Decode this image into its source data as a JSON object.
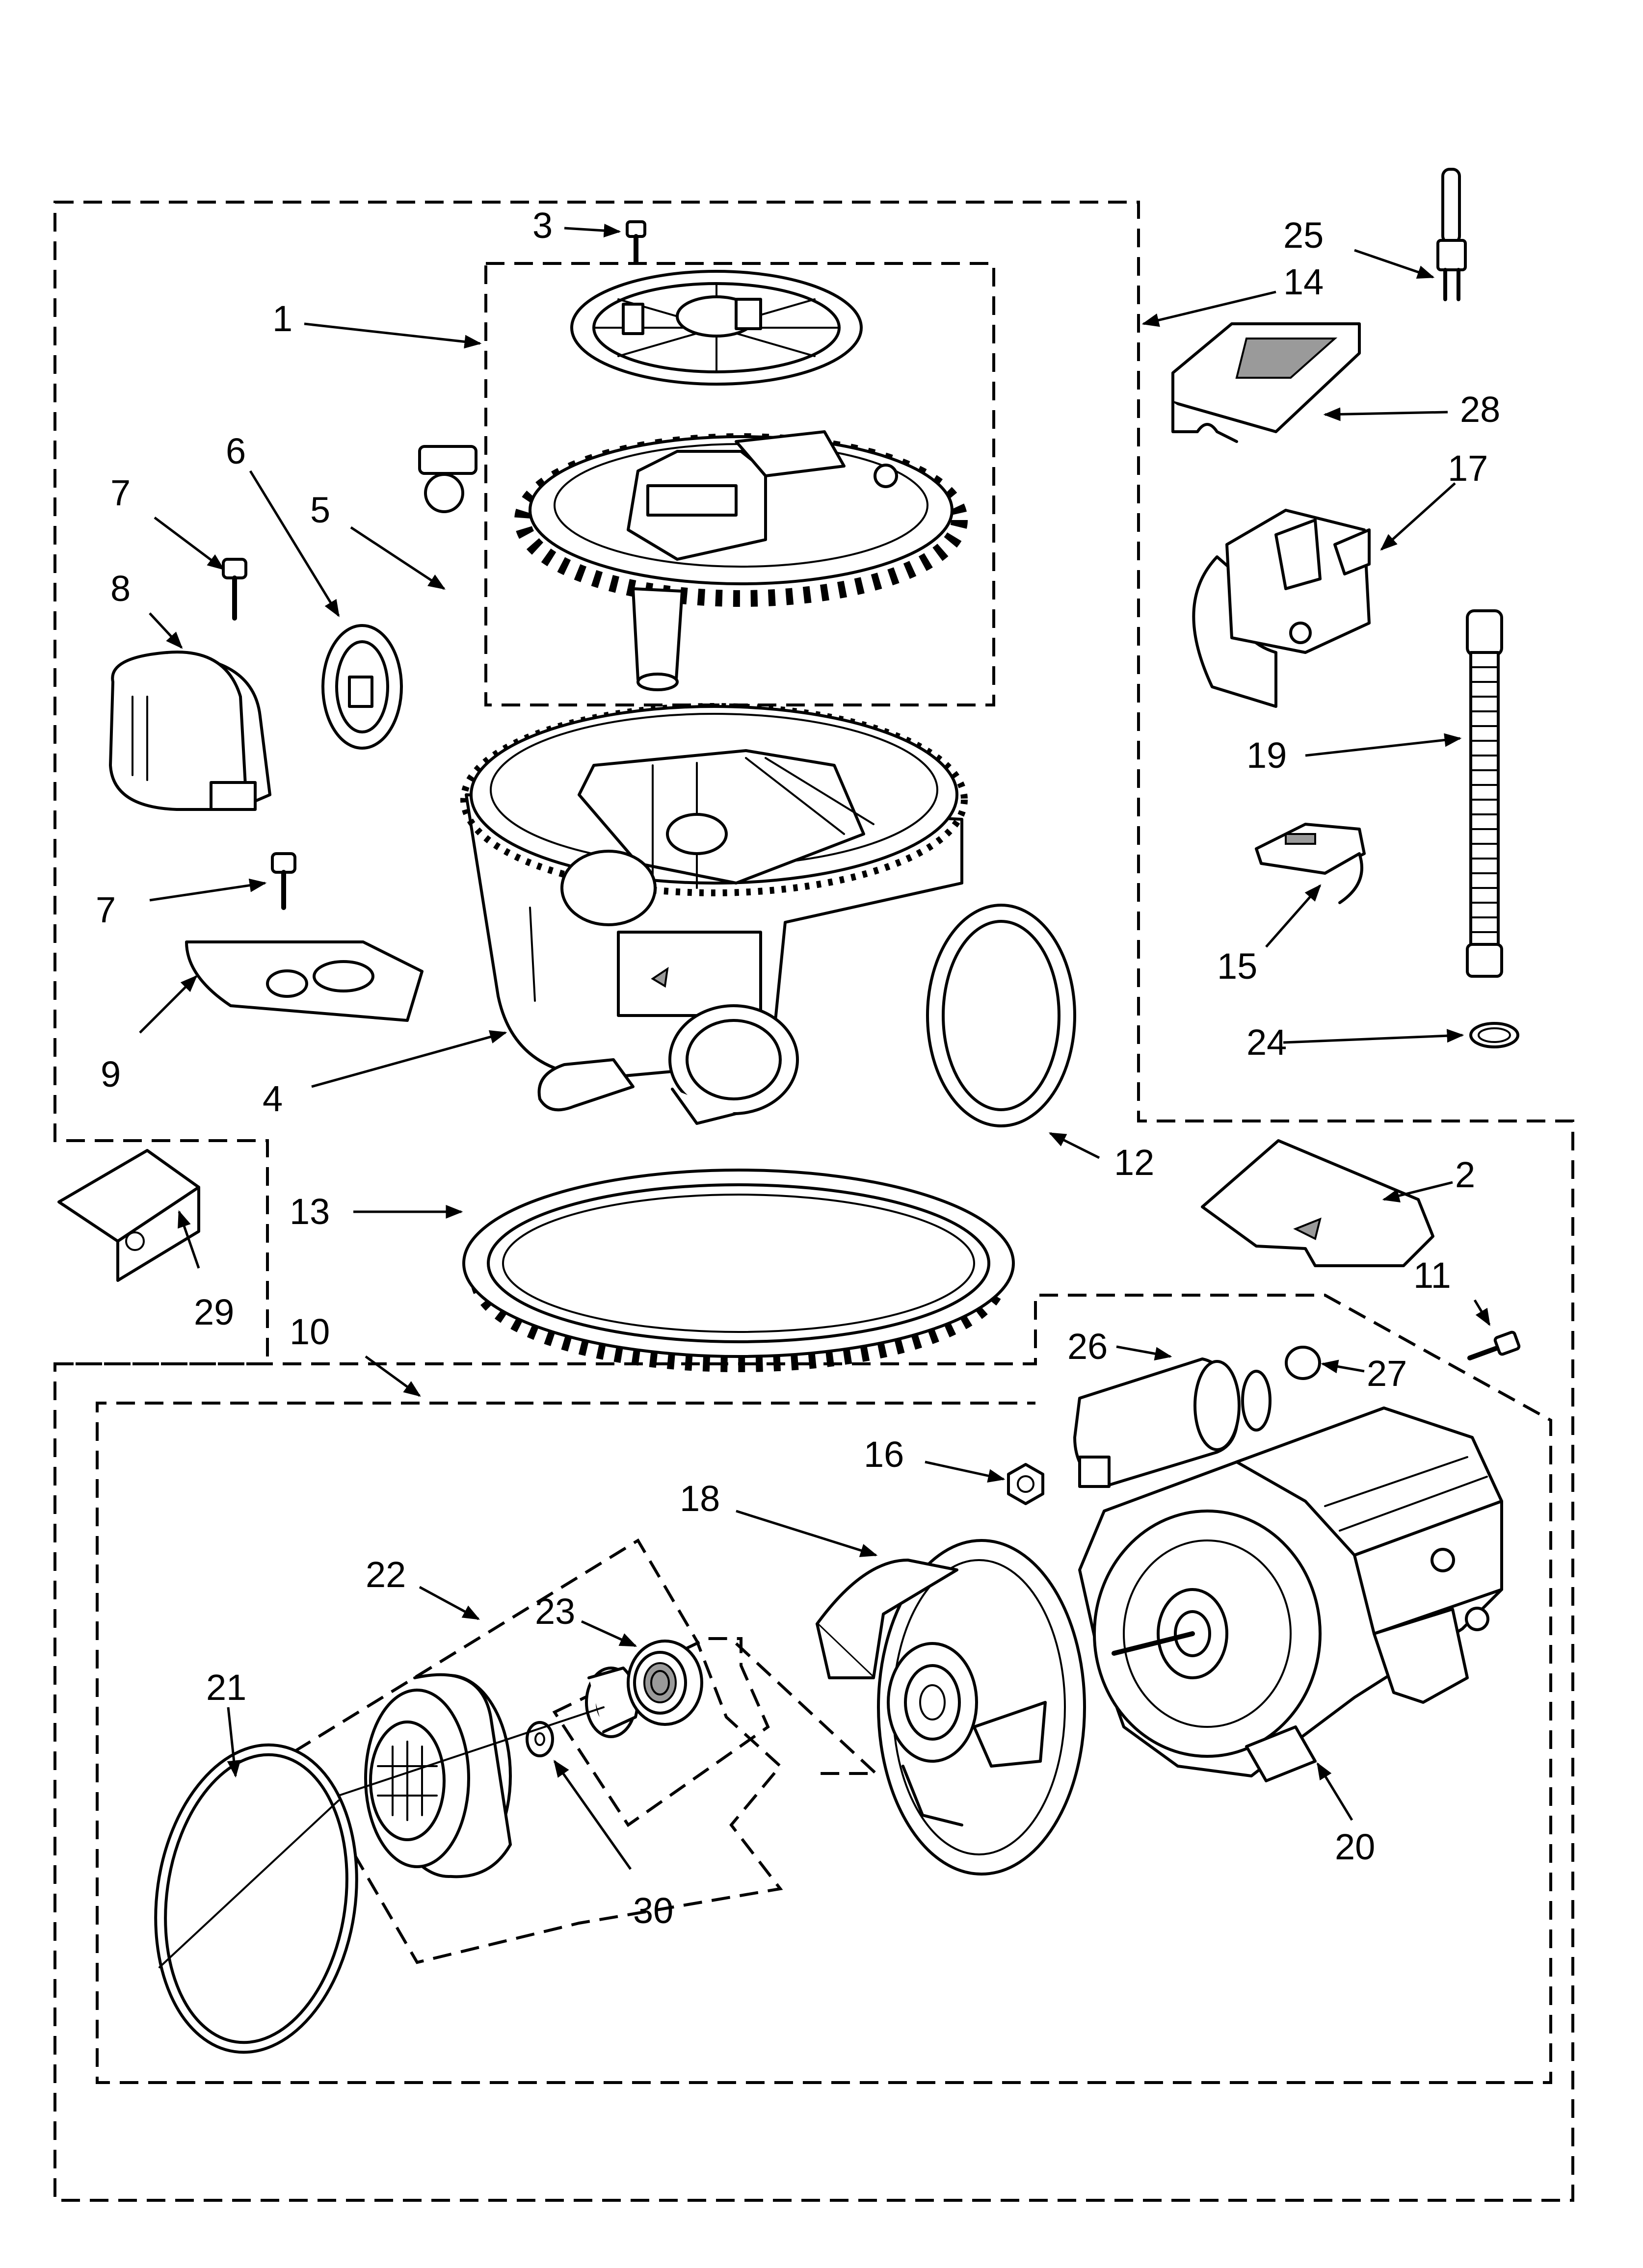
{
  "diagram": {
    "labels": [
      "1",
      "2",
      "3",
      "4",
      "5",
      "6",
      "7",
      "7",
      "8",
      "9",
      "10",
      "11",
      "12",
      "13",
      "14",
      "15",
      "16",
      "17",
      "18",
      "19",
      "20",
      "21",
      "22",
      "23",
      "24",
      "25",
      "26",
      "27",
      "28",
      "29",
      "30"
    ]
  }
}
